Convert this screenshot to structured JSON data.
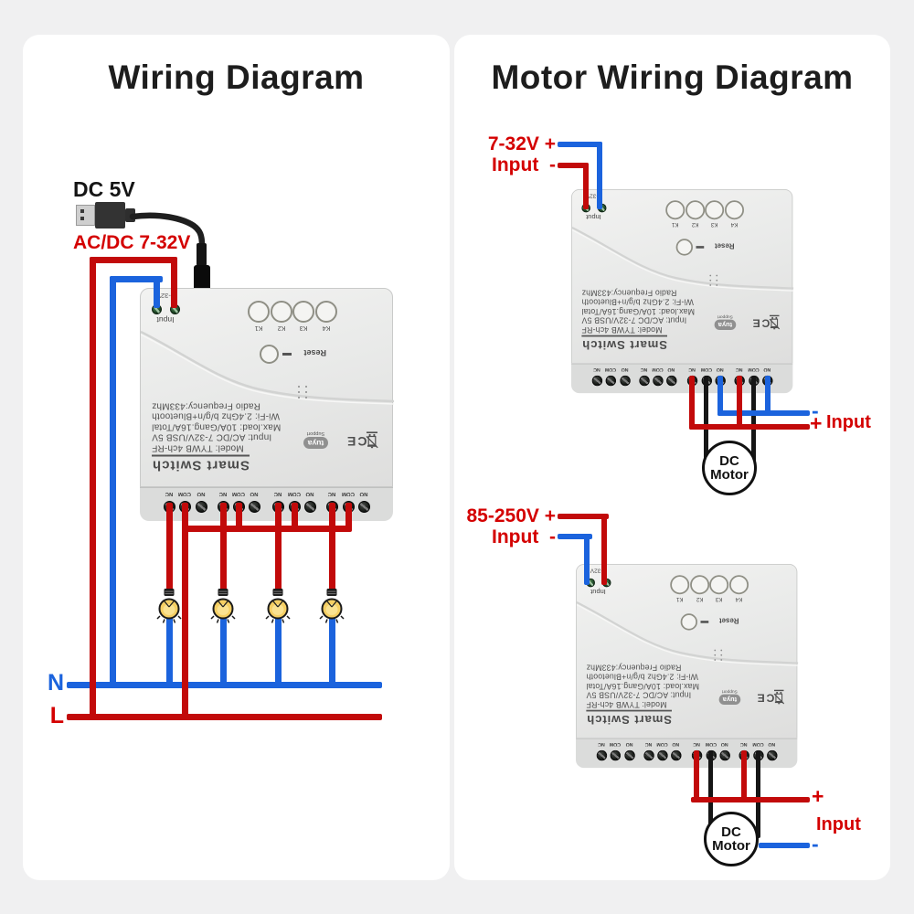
{
  "page": {
    "background": "#f0f0f1"
  },
  "left_panel": {
    "title": "Wiring Diagram",
    "usb_power_label": "DC 5V",
    "mains_power_label": "AC/DC 7-32V",
    "neutral_label": "N",
    "live_label": "L"
  },
  "right_panel": {
    "title": "Motor Wiring Diagram",
    "diagram_top": {
      "supply_voltage_label": "7-32V +",
      "supply_input_label": "Input  -",
      "output_minus": "-",
      "output_plus": "+",
      "output_label": "Input",
      "motor_label_line1": "DC",
      "motor_label_line2": "Motor"
    },
    "diagram_bottom": {
      "supply_voltage_label": "85-250V +",
      "supply_input_label": "Input  -",
      "output_plus": "+",
      "output_label": "Input",
      "output_minus": "-",
      "motor_label_line1": "DC",
      "motor_label_line2": "Motor"
    }
  },
  "device": {
    "brand": "Smart Switch",
    "spec_lines": {
      "model": "Model: TYWB 4ch-RF",
      "input": "Input: AC/DC 7-32V/USB 5V",
      "max_load": "Max.load: 10A/Gang.16A/Total",
      "wifi": "Wi-Fi: 2.4Ghz b/g/n+Bluetooth",
      "radio": "Radio Frequency:433Mhz"
    },
    "channel_buttons": [
      "K1",
      "K2",
      "K3",
      "K4"
    ],
    "reset_label": "Reset",
    "input_voltage_label": "7-32V",
    "input_label": "Input",
    "terminal_labels": [
      "NC",
      "COM",
      "NO"
    ],
    "logo_text": "tuya",
    "logo_support_text": "Support",
    "ce_mark": "CE"
  },
  "colors": {
    "wire_red": "#c20a0a",
    "wire_blue": "#1b63dd",
    "wire_black": "#161616",
    "label_red": "#d40000",
    "bulb_yellow": "#f5cf63"
  }
}
